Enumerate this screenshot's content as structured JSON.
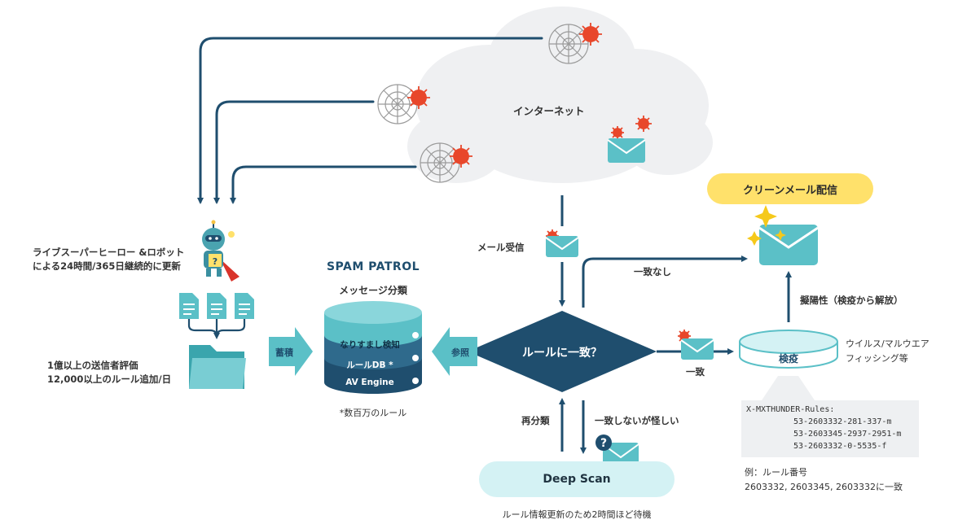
{
  "cloud": {
    "label": "インターネット"
  },
  "left": {
    "hero_line1": "ライブスーパーヒーロー &ロボット",
    "hero_line2": "による24時間/365日継続的に更新",
    "eval_line1": "1億以上の送信者評価",
    "eval_line2": "12,000以上のルール追加/日",
    "store_label": "蓄積"
  },
  "spam_patrol": {
    "title": "SPAM PATROL",
    "subtitle": "メッセージ分類",
    "layers": [
      "なりすまし検知",
      "ルールDB *",
      "AV Engine"
    ],
    "footnote": "*数百万のルール",
    "ref_label": "参照"
  },
  "flow": {
    "receive_label": "メール受信",
    "decision_label": "ルールに一致？",
    "no_match_label": "一致なし",
    "match_label": "一致",
    "reclassify_label": "再分類",
    "suspicious_label": "一致しないが怪しい",
    "deep_scan_label": "Deep Scan",
    "deep_scan_note": "ルール情報更新のため2時間ほど待機",
    "clean_mail_label": "クリーンメール配信",
    "false_positive_label": "擬陽性（検疫から解放）",
    "quarantine_label": "検疫",
    "threats_line1": "ウイルス/マルウエア",
    "threats_line2": "フィッシング等"
  },
  "rules_box": {
    "header": "X-MXTHUNDER-Rules:",
    "lines": [
      "53-2603332-281-337-m",
      "53-2603345-2937-2951-m",
      "53-2603332-0-5535-f"
    ],
    "example_line1": "例：ルール番号",
    "example_line2": "2603332, 2603345, 2603332に一致"
  },
  "colors": {
    "navy": "#1f4e6e",
    "teal": "#5bc0c7",
    "light_teal": "#d4f2f4",
    "yellow": "#ffe16b",
    "red": "#e8472b",
    "cloud": "#eff0f2"
  }
}
